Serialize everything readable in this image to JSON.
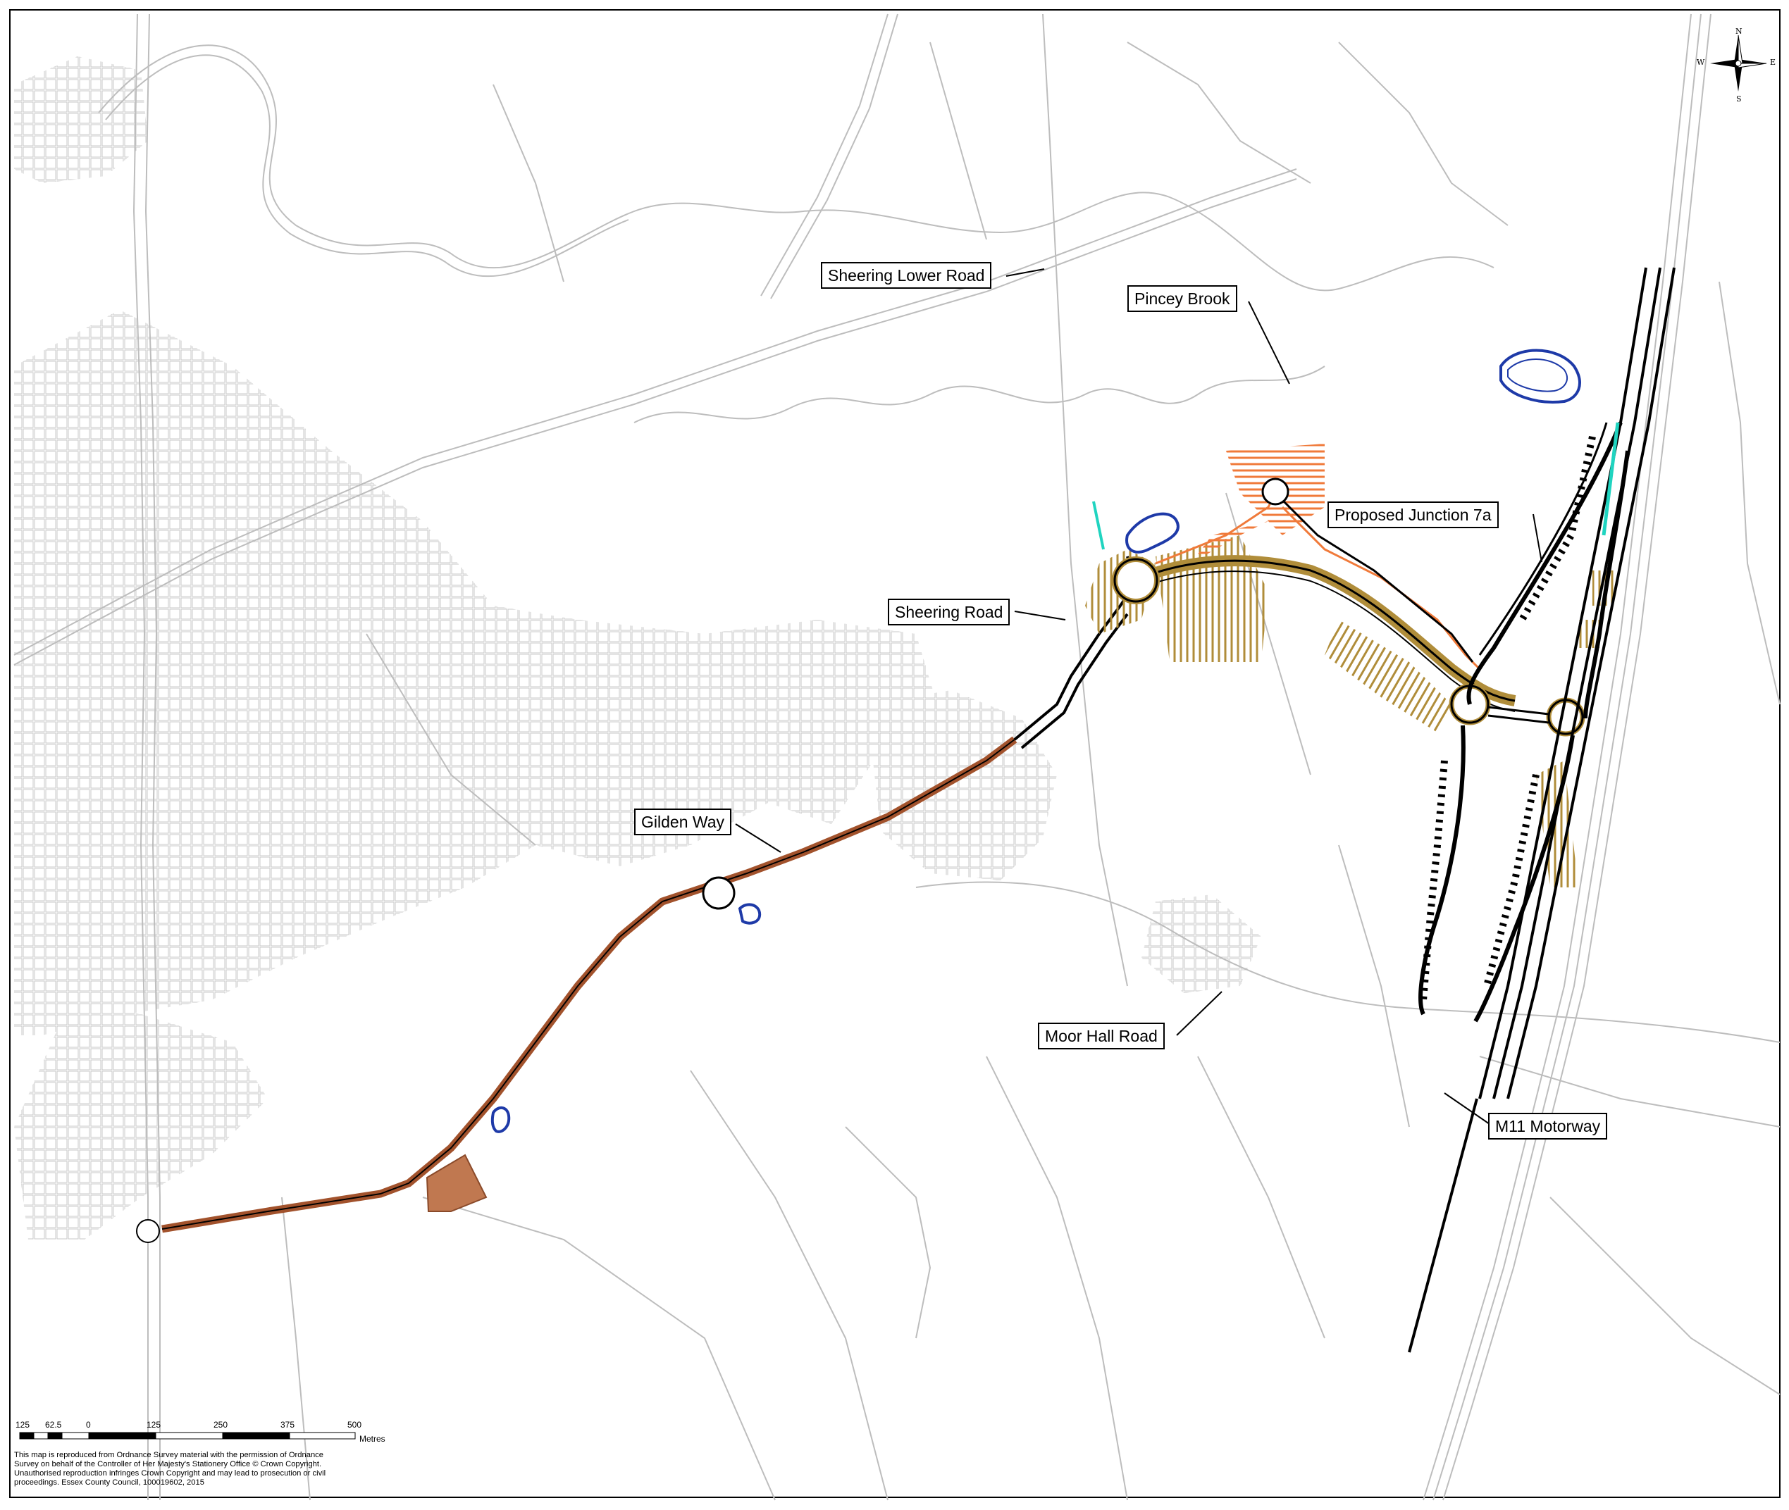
{
  "map": {
    "labels": {
      "sheering_lower_road": "Sheering Lower Road",
      "pincey_brook": "Pincey Brook",
      "proposed_junction": "Proposed Junction 7a",
      "sheering_road": "Sheering Road",
      "gilden_way": "Gilden Way",
      "moor_hall_road": "Moor Hall Road",
      "m11_motorway": "M11 Motorway"
    },
    "compass": {
      "n": "N",
      "e": "E",
      "s": "S",
      "w": "W"
    },
    "scale_bar": {
      "ticks": [
        "125",
        "62.5",
        "0",
        "125",
        "250",
        "375",
        "500"
      ],
      "unit": "Metres"
    },
    "copyright_text": "This map is reproduced from Ordnance Survey material with the permission of Ordnance Survey on behalf of the Controller of Her Majesty's Stationery Office © Crown Copyright.  Unauthorised reproduction infringes Crown Copyright and may lead to prosecution or civil proceedings. Essex County Council, 100019602, 2015",
    "colors": {
      "background": "#ffffff",
      "base_lines": "#bdbdbd",
      "scheme_road": "#000000",
      "gilden_way_fill": "#a2522c",
      "site_fill": "#c07850",
      "hatch_tan": "#b08d3a",
      "hatch_orange": "#f07a3a",
      "pond_blue": "#1e3aa8",
      "cyan_edge": "#20d4c0"
    }
  }
}
